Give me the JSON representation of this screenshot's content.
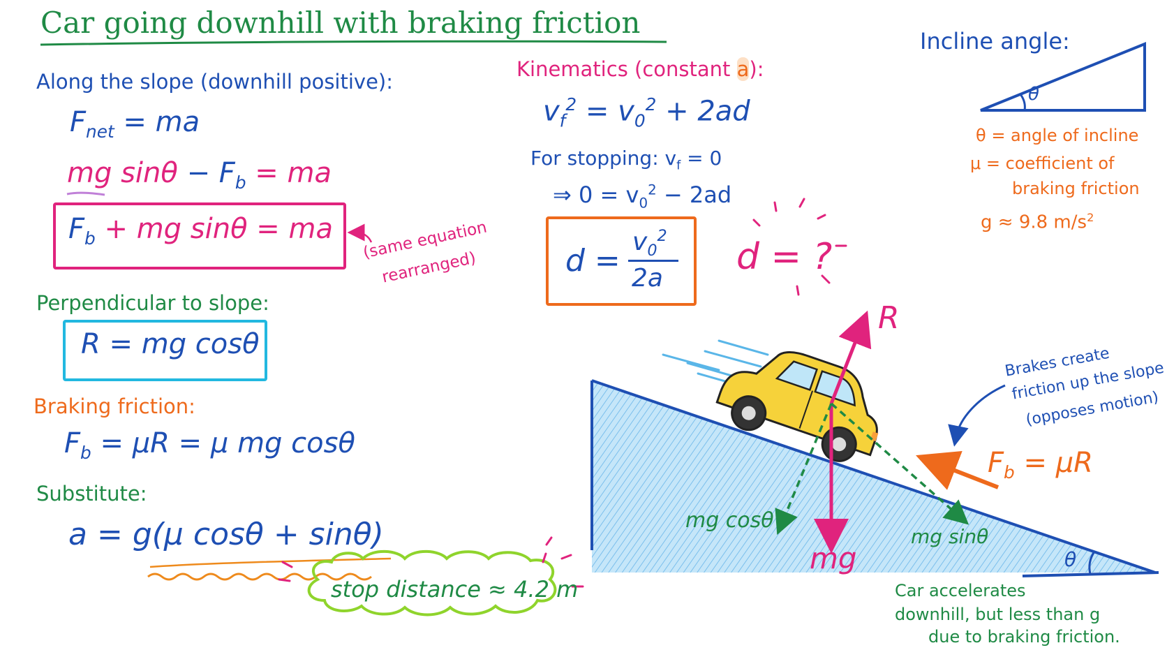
{
  "title": "Car going downhill with braking friction",
  "left": {
    "along_heading": "Along the slope (downhill positive):",
    "eq1": "F",
    "eq1_sub": "net",
    "eq1_rest": " = ma",
    "eq2_a": "mg sinθ",
    "eq2_b": " − F",
    "eq2_sub": "b",
    "eq2_c": " = ma",
    "eq3_a": "F",
    "eq3_sub": "b",
    "eq3_b": " + mg sinθ = ma",
    "same_note_1": "(same equation",
    "same_note_2": "rearranged)",
    "perp_heading": "Perpendicular to slope:",
    "perp_eq": "R = mg cosθ",
    "brake_heading": "Braking friction:",
    "brake_eq_a": "F",
    "brake_eq_sub": "b",
    "brake_eq_b": " = μR = μ mg cosθ",
    "subst_heading": "Substitute:",
    "subst_eq_a": "a = ",
    "subst_eq_b": "g(μ cosθ + sinθ)",
    "stop_label": "stop distance ≈ 4.2 m"
  },
  "kin": {
    "heading_a": "Kinematics (constant ",
    "heading_var": "a",
    "heading_b": "):",
    "eq_a": "v",
    "eq_a_sub": "f",
    "eq_a_sup": "2",
    "eq_b": " = v",
    "eq_b_sub": "0",
    "eq_b_sup": "2",
    "eq_c": " + 2ad",
    "stopping_a": "For stopping:  v",
    "stopping_sub": "f",
    "stopping_b": " = 0",
    "implies_a": "⇒ 0 = v",
    "implies_sub": "0",
    "implies_sup": "2",
    "implies_b": " − 2ad",
    "d_lhs": "d = ",
    "d_num": "v",
    "d_num_sub": "0",
    "d_num_sup": "2",
    "d_den": "2a",
    "d_question": "d = ?"
  },
  "incline": {
    "heading": "Incline angle:",
    "theta": "θ",
    "def1": "θ = angle of incline",
    "def2": "μ = coefficient of",
    "def3": "braking friction",
    "def4_a": "g ≈ 9.8 m/s",
    "def4_sup": "2"
  },
  "diagram": {
    "R_label": "R",
    "mg_label": "mg",
    "mgcos_label": "mg cosθ",
    "mgsin_label": "mg sinθ",
    "fb_label_a": "F",
    "fb_label_sub": "b",
    "fb_label_b": " = μR",
    "theta": "θ",
    "brakes_note_1": "Brakes create",
    "brakes_note_2": "friction up the slope",
    "brakes_note_3": "(opposes motion)",
    "accel_note_1": "Car accelerates",
    "accel_note_2": "downhill, but less than g",
    "accel_note_3": "due to braking friction."
  },
  "colors": {
    "green": "#1f8a45",
    "blue": "#1e4fb3",
    "pink": "#e0237d",
    "orange": "#ee6a1c",
    "cyan": "#22b8e0",
    "lime": "#8fd42c",
    "car_yellow": "#f6d23a",
    "slope_fill": "#9fd3f3"
  }
}
